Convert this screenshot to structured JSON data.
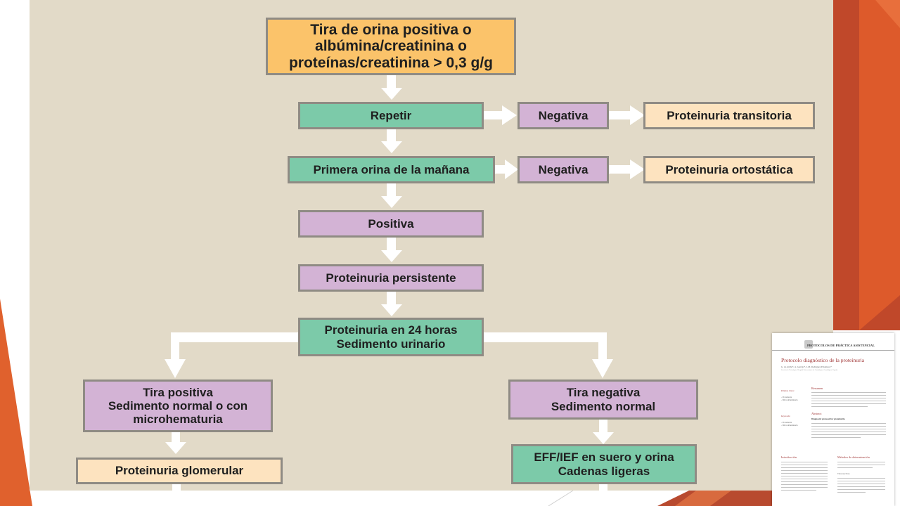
{
  "flowchart": {
    "start": "Tira de orina positiva o\nalbúmina/creatinina o\nproteínas/creatinina > 0,3 g/g",
    "repeat": "Repetir",
    "negative1": "Negativa",
    "transient": "Proteinuria transitoria",
    "first_morning": "Primera orina de la mañana",
    "negative2": "Negativa",
    "orthostatic": "Proteinuria ortostática",
    "positive": "Positiva",
    "persistent": "Proteinuria persistente",
    "twentyfour": "Proteinuria en 24 horas\nSedimento urinario",
    "left_branch": "Tira positiva\nSedimento normal o con\nmicrohematuria",
    "right_branch": "Tira negativa\nSedimento normal",
    "glomerular": "Proteinuria glomerular",
    "eff": "EFF/IEF en suero y orina\nCadenas ligeras"
  },
  "colors": {
    "orange": "#fbc36a",
    "green": "#7ccaa9",
    "purple": "#d3b3d5",
    "cream": "#fde3bf",
    "panel": "#e2dac8",
    "accent": "#e05a2b"
  },
  "paper_thumbnail": {
    "header": "PROTOCOLOS DE PRÁCTICA ASISTENCIAL",
    "title": "Protocolo diagnóstico de la proteinuria",
    "authors": "G. de Arriba*, A. Garriga*, L.M. Rodríguez Palomares*",
    "affiliation": "Servicio de Nefrología. Hospital Universitario de Guadalajara. Guadalajara. España.",
    "keywords_label": "Palabras Clave:",
    "keywords": "- Proteinuria\n- Microalbuminuria",
    "keywords_en_label": "Keywords:",
    "keywords_en": "- Proteinuria\n- Microalbuminuria",
    "resumen": "Resumen",
    "abstract": "Abstract",
    "abstract_title": "Diagnostic protocol for proteinuria",
    "intro": "Introducción",
    "methods": "Métodos de determinación",
    "subsection": "Tiras reactivas"
  }
}
